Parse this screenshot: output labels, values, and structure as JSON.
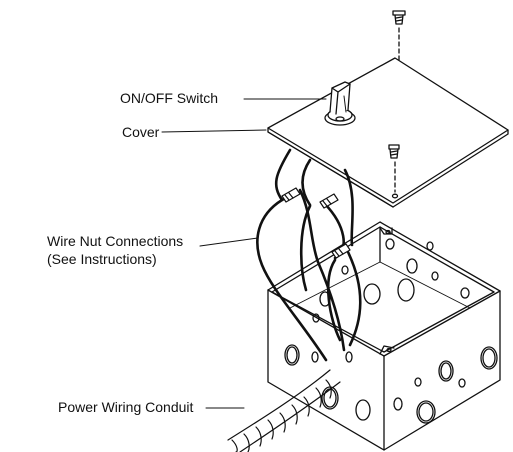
{
  "labels": {
    "switch": "ON/OFF Switch",
    "cover": "Cover",
    "wire_nut_line1": "Wire Nut Connections",
    "wire_nut_line2": "(See Instructions)",
    "conduit": "Power Wiring Conduit"
  },
  "colors": {
    "line": "#111111",
    "wire": "#111111",
    "background": "#ffffff"
  }
}
